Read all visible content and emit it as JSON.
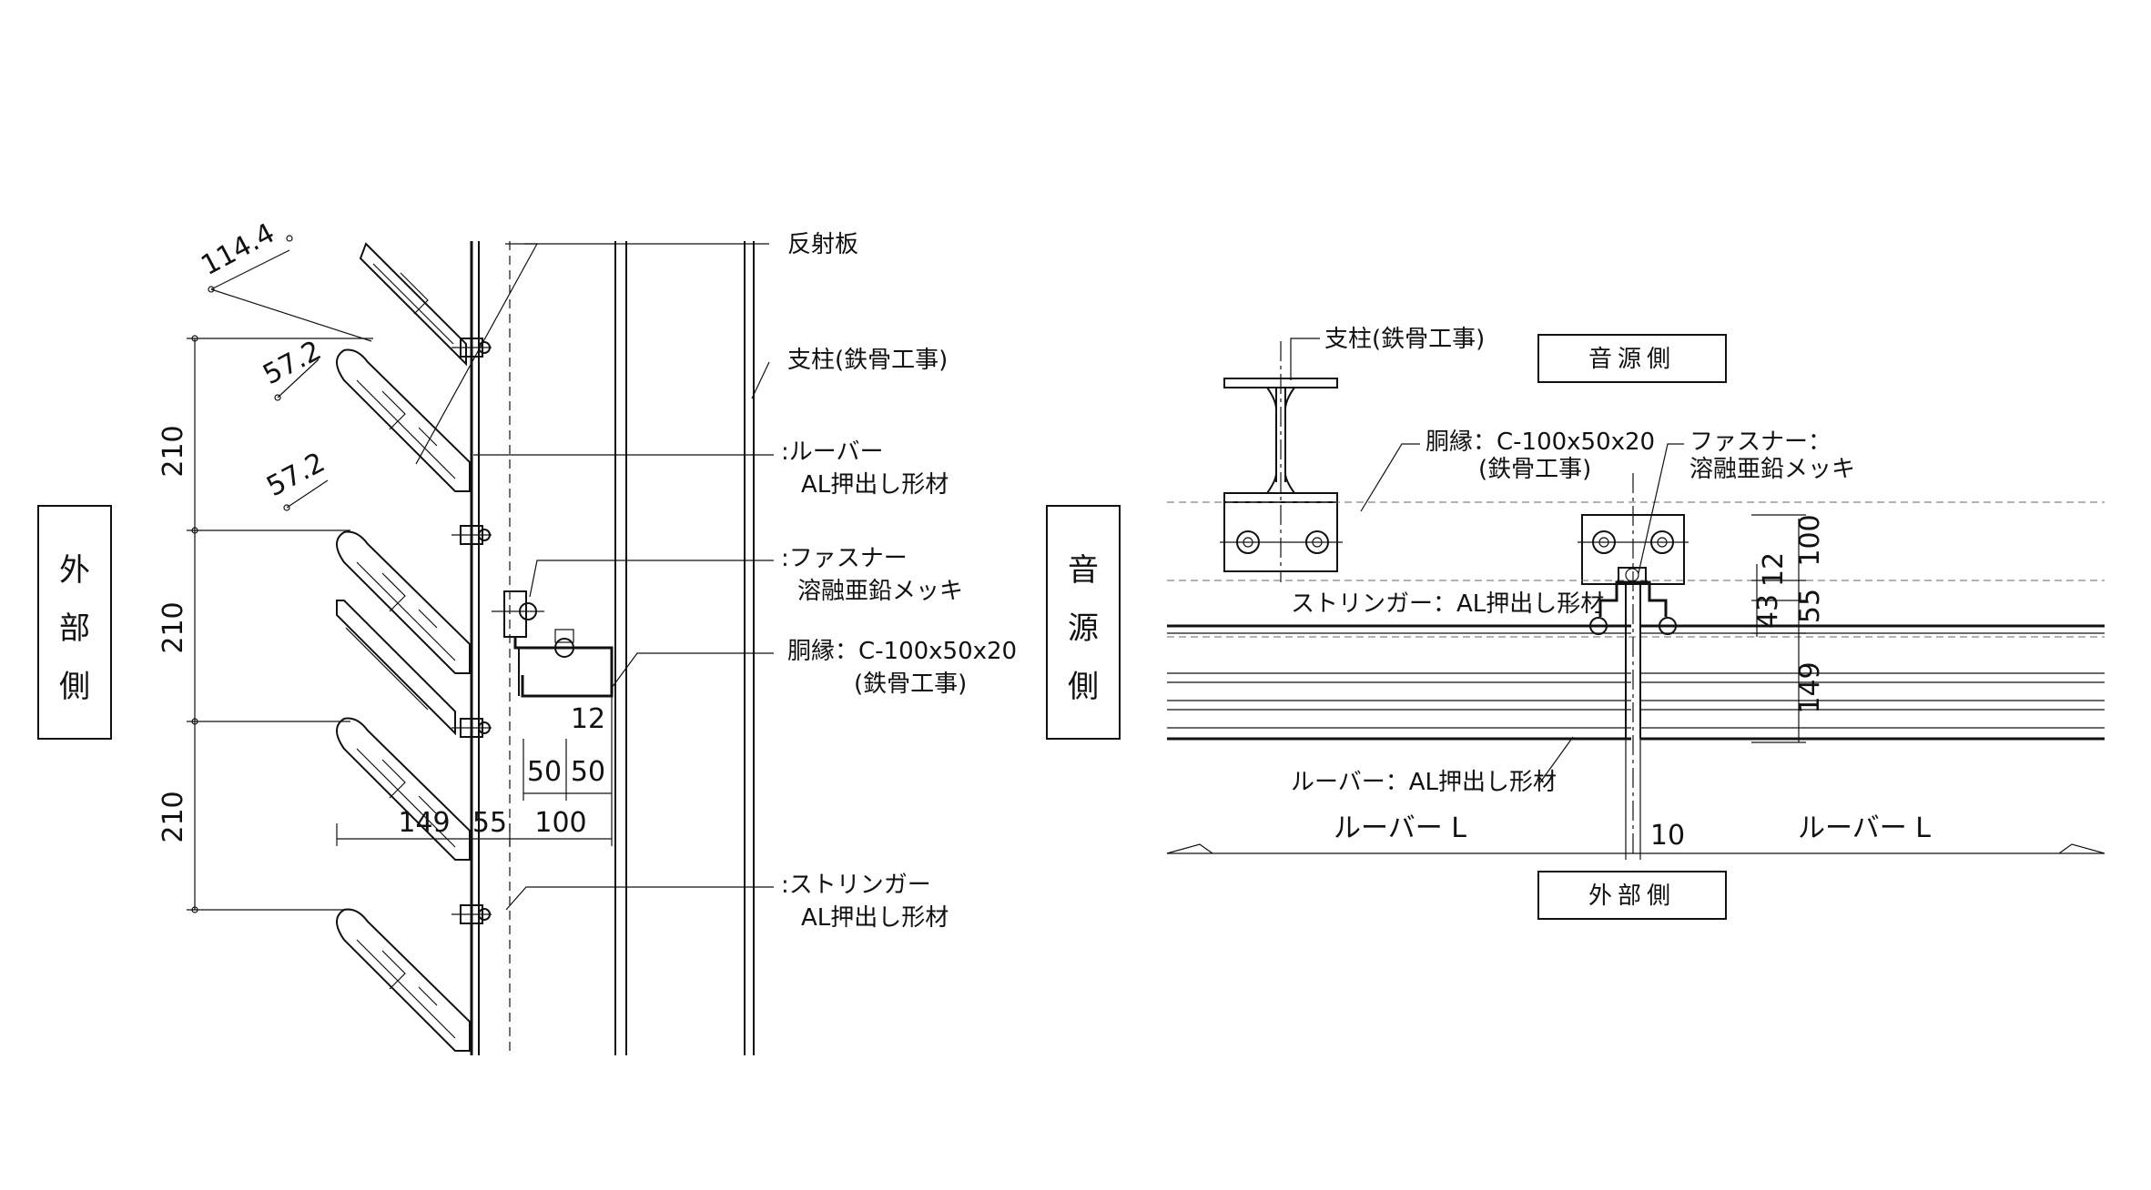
{
  "section": {
    "side_label": [
      "外",
      "部",
      "側"
    ],
    "labels": {
      "reflector": "反射板",
      "column": "支柱(鉄骨工事)",
      "louver_1": ":ルーバー",
      "louver_2": "AL押出し形材",
      "fastener_1": ":ファスナー",
      "fastener_2": "溶融亜鉛メッキ",
      "girt_1": "胴縁：C-100x50x20",
      "girt_2": "(鉄骨工事)",
      "stringer_1": ":ストリンガー",
      "stringer_2": "AL押出し形材"
    },
    "dims": {
      "d114": "114.4",
      "d57a": "57.2",
      "d57b": "57.2",
      "d210a": "210",
      "d210b": "210",
      "d210c": "210",
      "d149": "149",
      "d55": "55",
      "d100": "100",
      "d50a": "50",
      "d50b": "50",
      "d12": "12"
    }
  },
  "plan": {
    "side_label": [
      "音",
      "源",
      "側"
    ],
    "top_box": "音源側",
    "bottom_box": "外部側",
    "labels": {
      "column": "支柱(鉄骨工事)",
      "girt_1": "胴縁：C-100x50x20",
      "girt_2": "(鉄骨工事)",
      "fastener_1": "ファスナー：",
      "fastener_2": "溶融亜鉛メッキ",
      "stringer": "ストリンガー：AL押出し形材",
      "louver": "ルーバー：AL押出し形材",
      "louver_left": "ルーバー L",
      "louver_right": "ルーバー L"
    },
    "dims": {
      "d100": "100",
      "d12": "12",
      "d43": "43",
      "d55": "55",
      "d149": "149",
      "d10": "10"
    }
  }
}
